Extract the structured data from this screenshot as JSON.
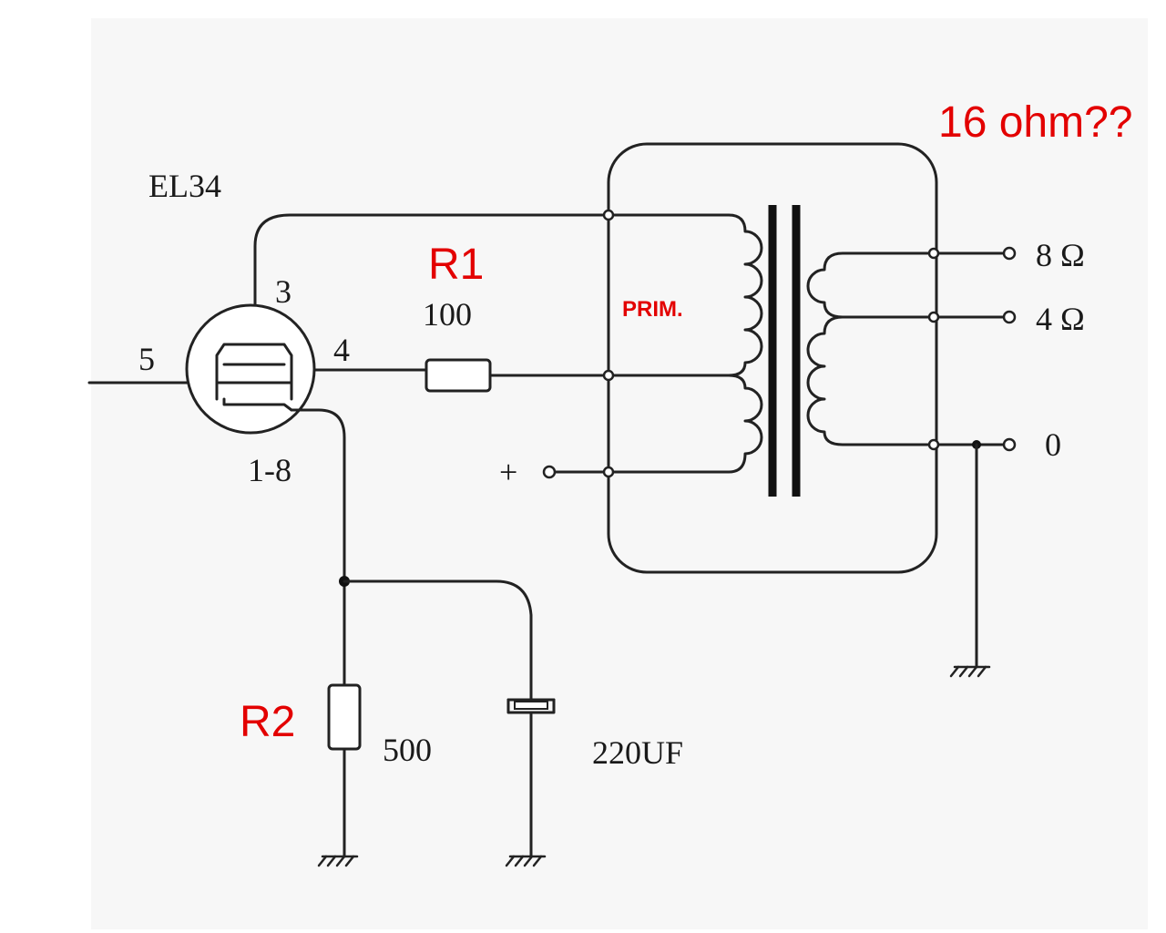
{
  "labels": {
    "tube": "EL34",
    "pin_anode": "3",
    "pin_screen": "4",
    "pin_grid": "5",
    "pin_cathode": "1-8",
    "r1_name": "R1",
    "r1_value": "100",
    "primary": "PRIM.",
    "plus": "+",
    "tap_8": "8 Ω",
    "tap_4": "4 Ω",
    "tap_0": "0",
    "question": "16 ohm??",
    "r2_name": "R2",
    "r2_value": "500",
    "cap_value": "220UF"
  },
  "colors": {
    "ink": "#222222",
    "annotation": "#e30000",
    "paper": "#ffffff"
  }
}
